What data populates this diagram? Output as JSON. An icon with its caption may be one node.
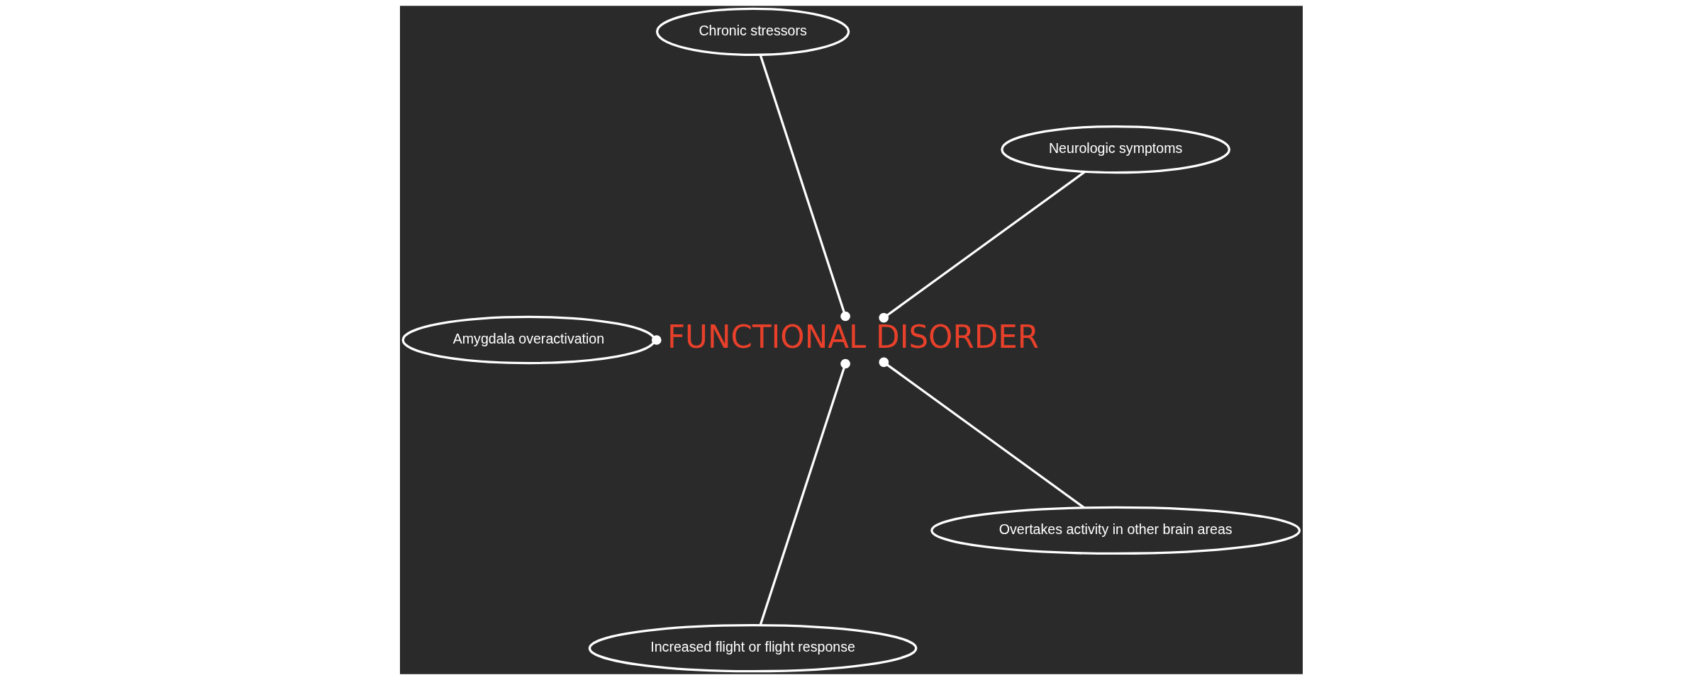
{
  "diagram": {
    "nodes": [
      {
        "text": [
          "Neurologic symptoms"
        ]
      },
      {
        "text": [
          "Chronic stressors"
        ]
      },
      {
        "text": [
          "FUNCTIONAL DISORDER"
        ]
      },
      {
        "text": [
          "Amygdala overactivation"
        ]
      },
      {
        "text": [
          "Increased flight or flight response"
        ]
      },
      {
        "text": [
          "Overtakes activity in other brain areas"
        ]
      }
    ],
    "edges": [
      {
        "from": 0,
        "to": 2,
        "arrow": "other"
      },
      {
        "from": 1,
        "to": 2,
        "arrow": "other"
      },
      {
        "from": 3,
        "to": 2,
        "arrow": "other"
      },
      {
        "from": 4,
        "to": 2,
        "arrow": "other"
      },
      {
        "from": 5,
        "to": 2,
        "arrow": "other"
      }
    ]
  }
}
